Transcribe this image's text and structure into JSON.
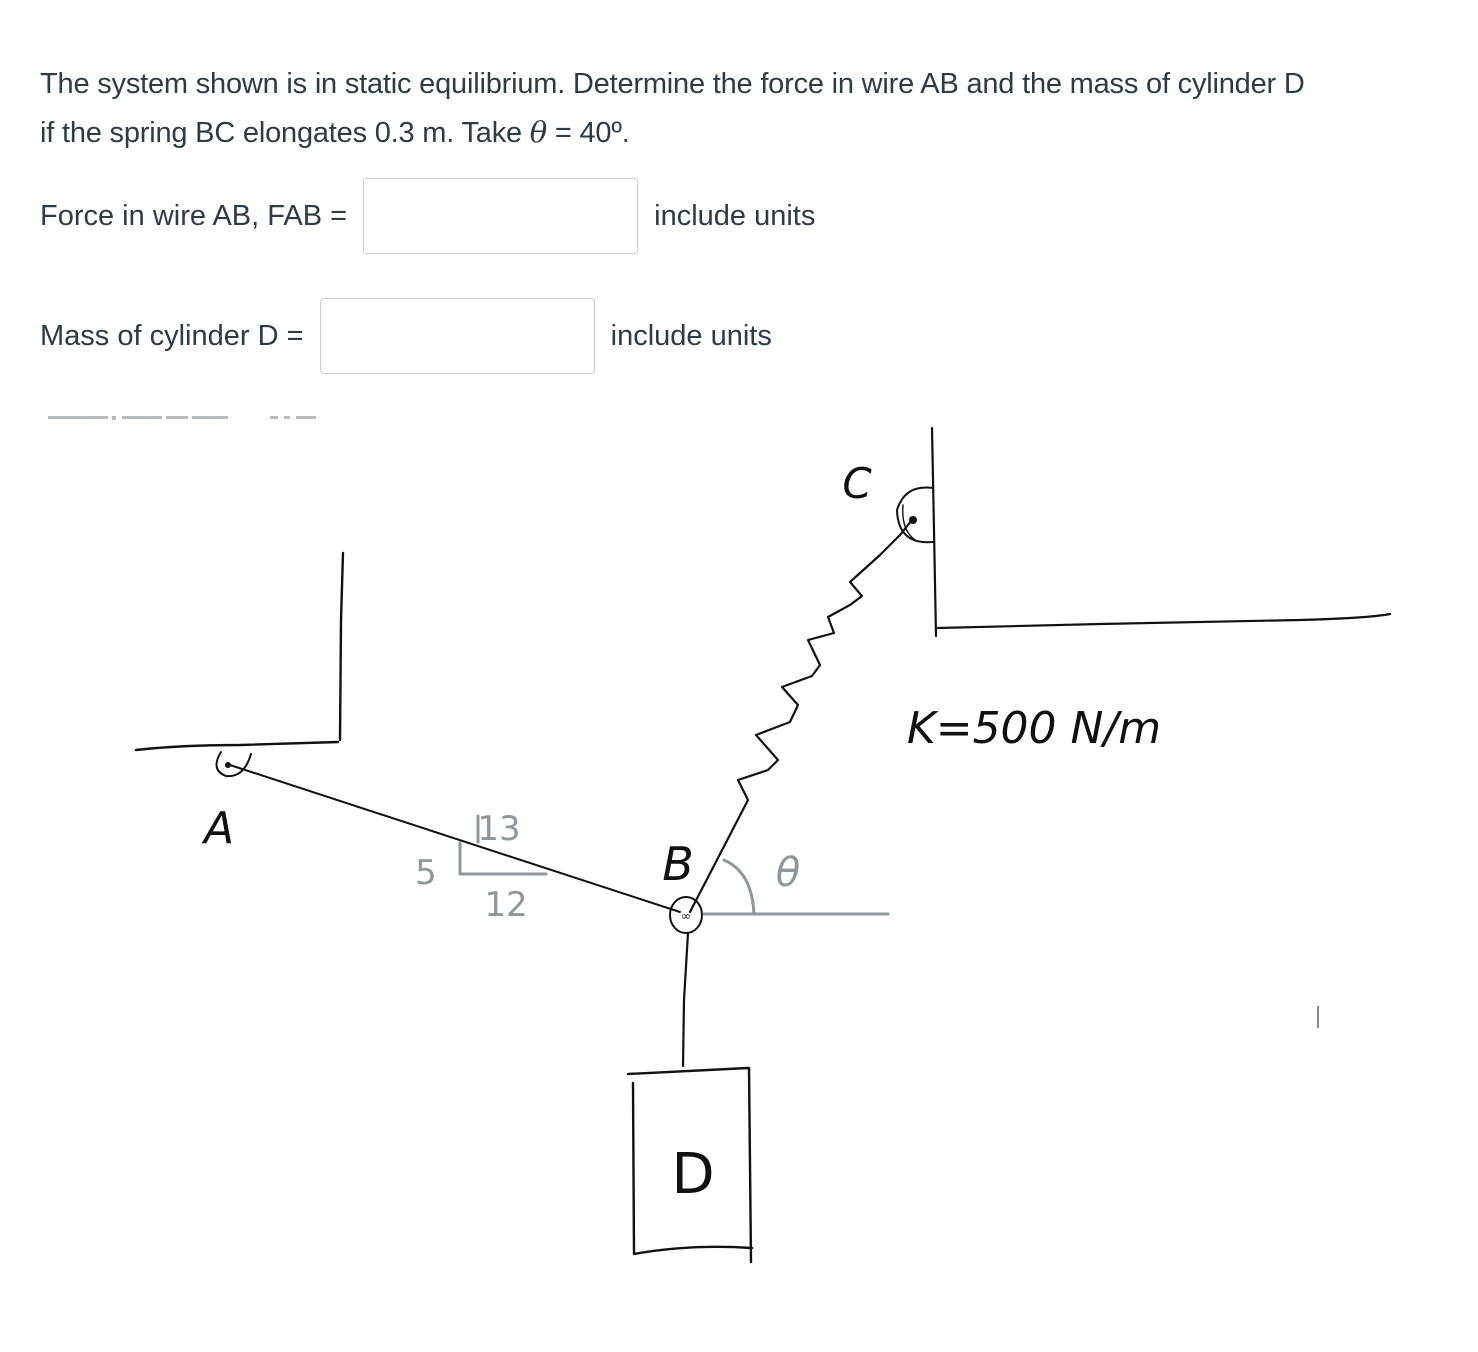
{
  "question": {
    "line1": "The system shown is in static equilibrium. Determine the force in wire AB and the mass of cylinder D",
    "line2_prefix": "if the spring BC elongates 0.3 m.  Take ",
    "theta_symbol": "θ",
    "line2_suffix": " = 40º."
  },
  "answers": [
    {
      "label": "Force in wire AB, FAB = ",
      "value": "",
      "placeholder": "",
      "hint": " include units"
    },
    {
      "label": "Mass of cylinder D = ",
      "value": "",
      "placeholder": "",
      "hint": " include units"
    }
  ],
  "diagram": {
    "labels": {
      "A": "A",
      "B": "B",
      "C": "C",
      "D": "D",
      "theta": "θ",
      "spring_constant": "K=500 N/m",
      "slope_hyp": "13",
      "slope_rise": "5",
      "slope_run": "12"
    },
    "colors": {
      "ink": "#111111",
      "annotation_gray": "#8e9799"
    }
  }
}
